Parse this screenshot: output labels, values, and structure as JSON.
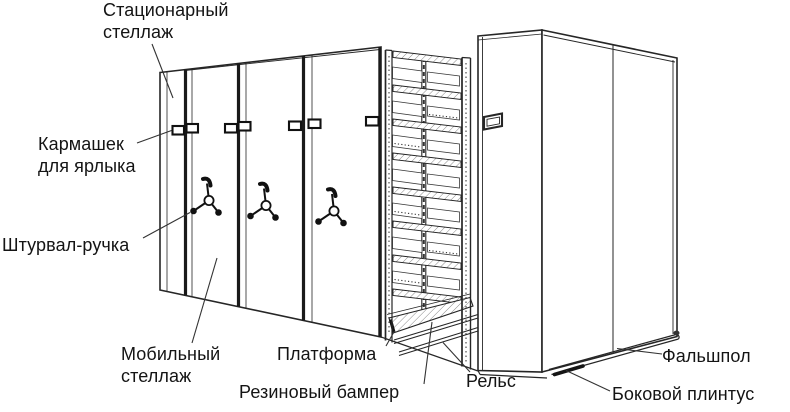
{
  "figure": {
    "labels": {
      "stationary_rack": "Стационарный стеллаж",
      "label_pocket": "Кармашек для ярлыка",
      "wheel_handle": "Штурвал-ручка",
      "mobile_rack": "Мобильный стеллаж",
      "platform": "Платформа",
      "rubber_bumper": "Резиновый бампер",
      "rail": "Рельс",
      "false_floor": "Фальшпол",
      "side_plinth": "Боковой плинтус"
    },
    "colors": {
      "ink": "#262626",
      "text": "#141414",
      "background": "#ffffff"
    }
  }
}
